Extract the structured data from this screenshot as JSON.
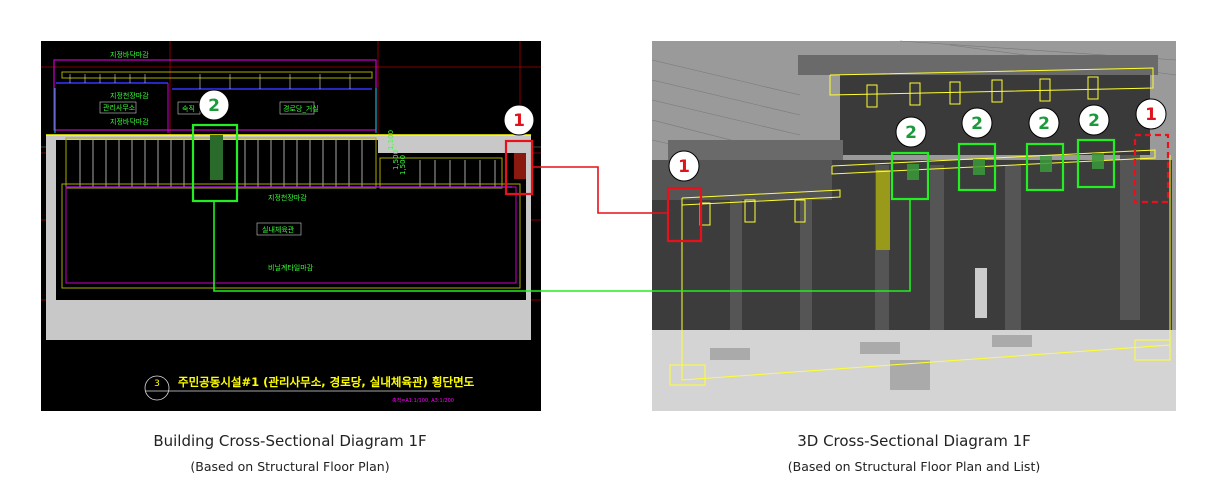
{
  "left_panel": {
    "labels": {
      "floor_finish_top": "지정바닥마감",
      "ceiling_finish_top": "지정천장마감",
      "floor_finish_mid": "지정바닥마감",
      "office": "관리사무소",
      "night_room": "숙직",
      "senior_living": "경로당_거실",
      "ceiling_finish_gym": "지정천장마감",
      "gym": "실내체육관",
      "floor_finish_gym": "비닐계타일마감"
    },
    "dimensions": [
      "1,100",
      "1,500",
      "1,500"
    ],
    "title_number": "3",
    "title": "주민공동시설#1 (관리사무소, 경로당, 실내체육관) 횡단면도",
    "scale": "축척=A1:1/100, A3:1/200",
    "markers": {
      "one": "1",
      "two": "2"
    }
  },
  "right_panel": {
    "markers": {
      "one_left": "1",
      "one_right": "1",
      "two_a": "2",
      "two_b": "2",
      "two_c": "2",
      "two_d": "2"
    }
  },
  "captions": {
    "left_title": "Building Cross-Sectional Diagram 1F",
    "left_sub": "(Based on Structural Floor Plan)",
    "right_title": "3D Cross-Sectional Diagram 1F",
    "right_sub": "(Based on Structural Floor Plan and List)"
  },
  "colors": {
    "marker1": "#e0121b",
    "marker2": "#1a9a3a",
    "highlight_green": "#22ee22",
    "highlight_red": "#e8101a"
  }
}
